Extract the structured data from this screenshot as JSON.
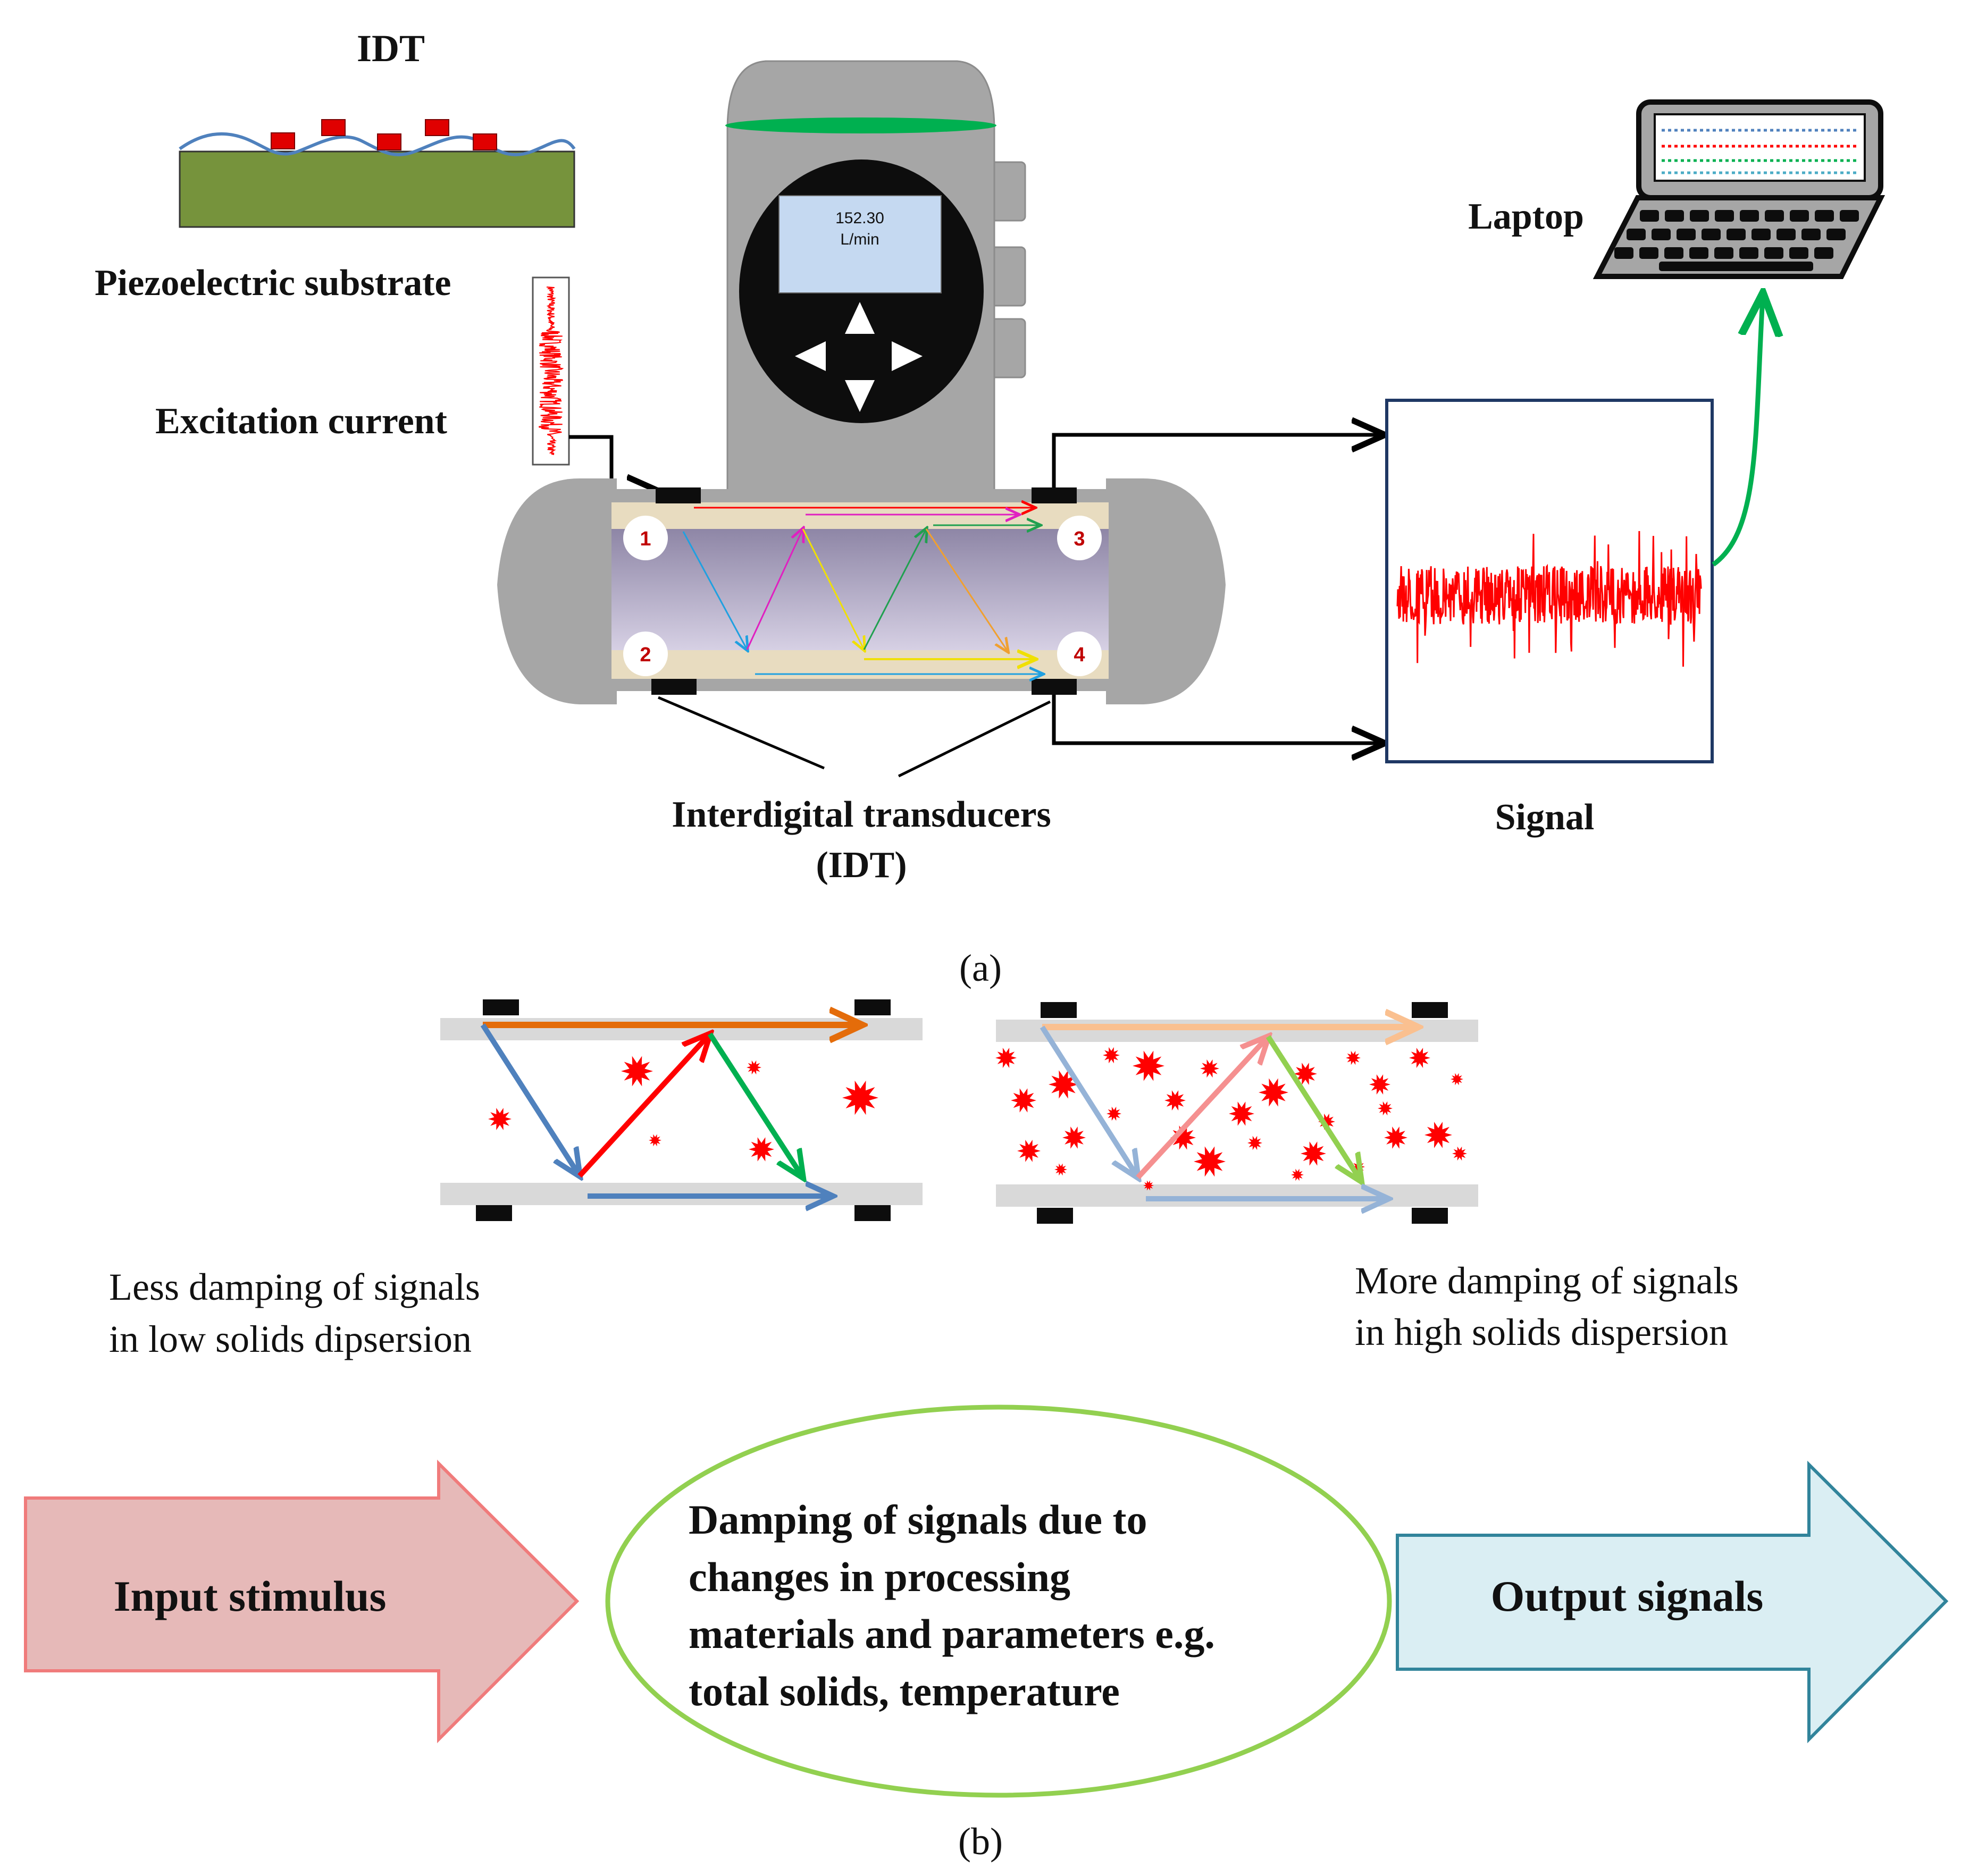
{
  "panel_a": {
    "idt_title": "IDT",
    "piezo_label": "Piezoelectric substrate",
    "excitation_label": "Excitation current",
    "display_reading": "152.30",
    "display_unit": "L/min",
    "laptop_label": "Laptop",
    "signal_label": "Signal",
    "idt_label_line1": "Interdigital transducers",
    "idt_label_line2": "(IDT)",
    "transducer_numbers": [
      "1",
      "2",
      "3",
      "4"
    ],
    "caption": "(a)"
  },
  "damping": {
    "left_line1": "Less damping of signals",
    "left_line2": "in low solids dipsersion",
    "right_line1": "More damping of signals",
    "right_line2": "in high solids dispersion"
  },
  "panel_b": {
    "input_label": "Input stimulus",
    "center_line1": "Damping of signals due to",
    "center_line2": "changes in processing",
    "center_line3": "materials and parameters e.g.",
    "center_line4": "total solids, temperature",
    "output_label": "Output signals",
    "caption": "(b)"
  },
  "colors": {
    "substrate": "#76933c",
    "idt_electrode": "#e00000",
    "meter_body": "#a6a6a6",
    "display": "#c5d9f1",
    "green_band": "#00b050",
    "signal_trace": "#ff0000",
    "signal_frame": "#1f3864",
    "input_arrow_fill": "#e6b9b8",
    "input_arrow_stroke": "#f07b7b",
    "output_arrow_fill": "#daeef3",
    "output_arrow_stroke": "#31849b",
    "ellipse_stroke": "#92d050"
  }
}
